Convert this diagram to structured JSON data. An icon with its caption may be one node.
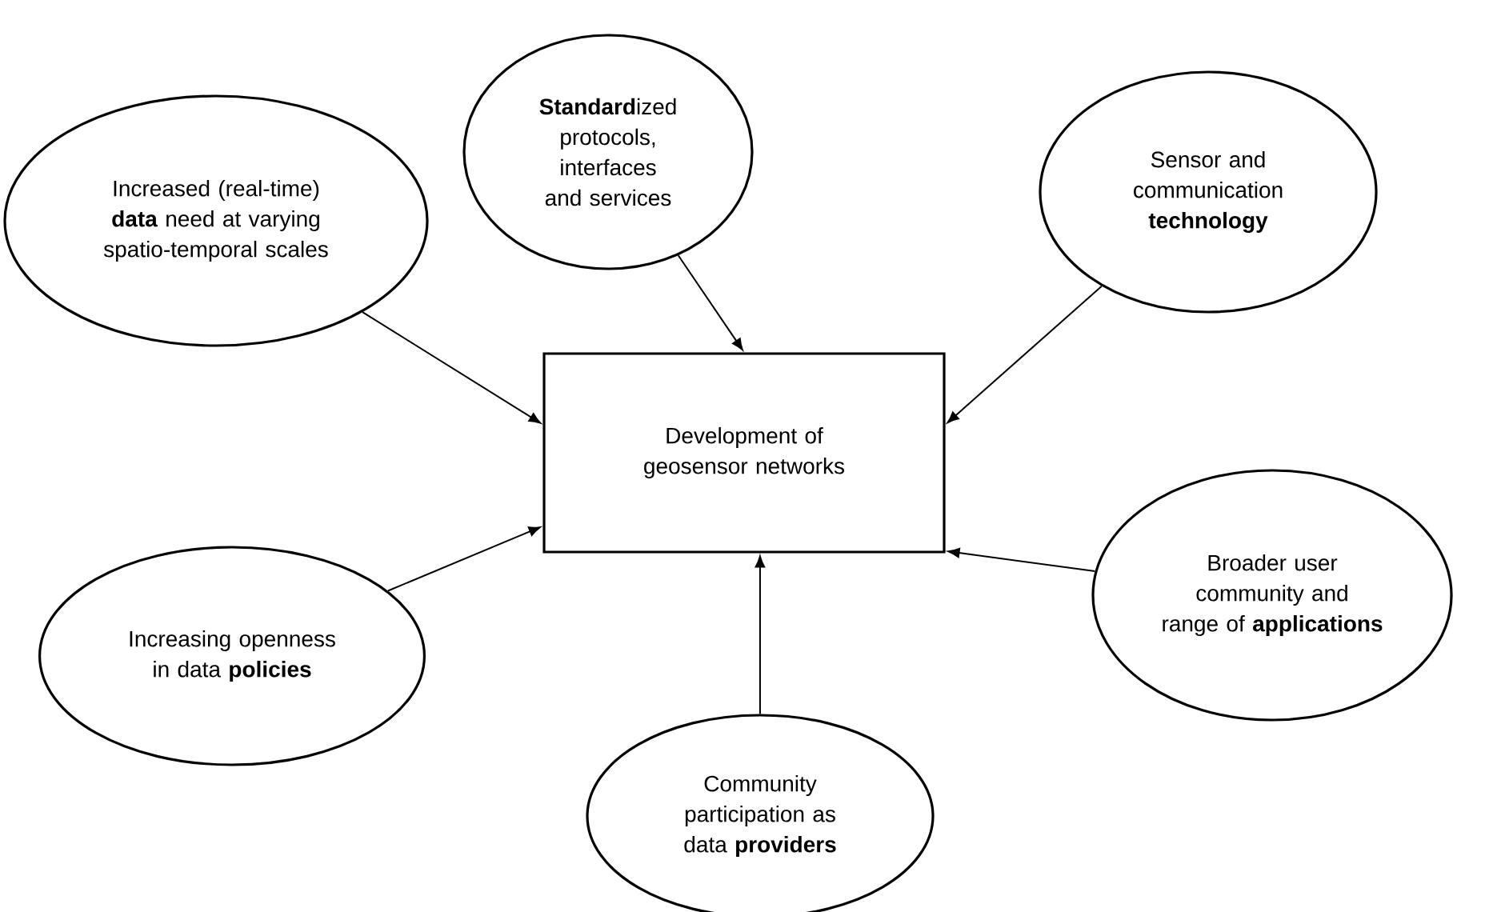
{
  "diagram": {
    "nodes": [
      {
        "text": [
          "**Standard**ized protocols, interfaces and services"
        ]
      },
      {
        "text": [
          "Increased (real-time) **data** need at varying spatio-temporal scales"
        ]
      },
      {
        "text": [
          "Sensor and communication **technology**"
        ]
      },
      {
        "text": [
          "Development of geosensor networks"
        ]
      },
      {
        "text": [
          "Broader user community and range of **applications**"
        ]
      },
      {
        "text": [
          "Increasing openness in data **policies**"
        ]
      },
      {
        "text": [
          "Community participation as data **providers**"
        ]
      }
    ],
    "edges": [
      {
        "from": 0,
        "to": 3,
        "arrow": "to"
      },
      {
        "from": 1,
        "to": 3,
        "arrow": "to"
      },
      {
        "from": 2,
        "to": 3,
        "arrow": "to"
      },
      {
        "from": 4,
        "to": 3,
        "arrow": "to"
      },
      {
        "from": 5,
        "to": 3,
        "arrow": "to"
      },
      {
        "from": 6,
        "to": 3,
        "arrow": "to"
      }
    ]
  }
}
